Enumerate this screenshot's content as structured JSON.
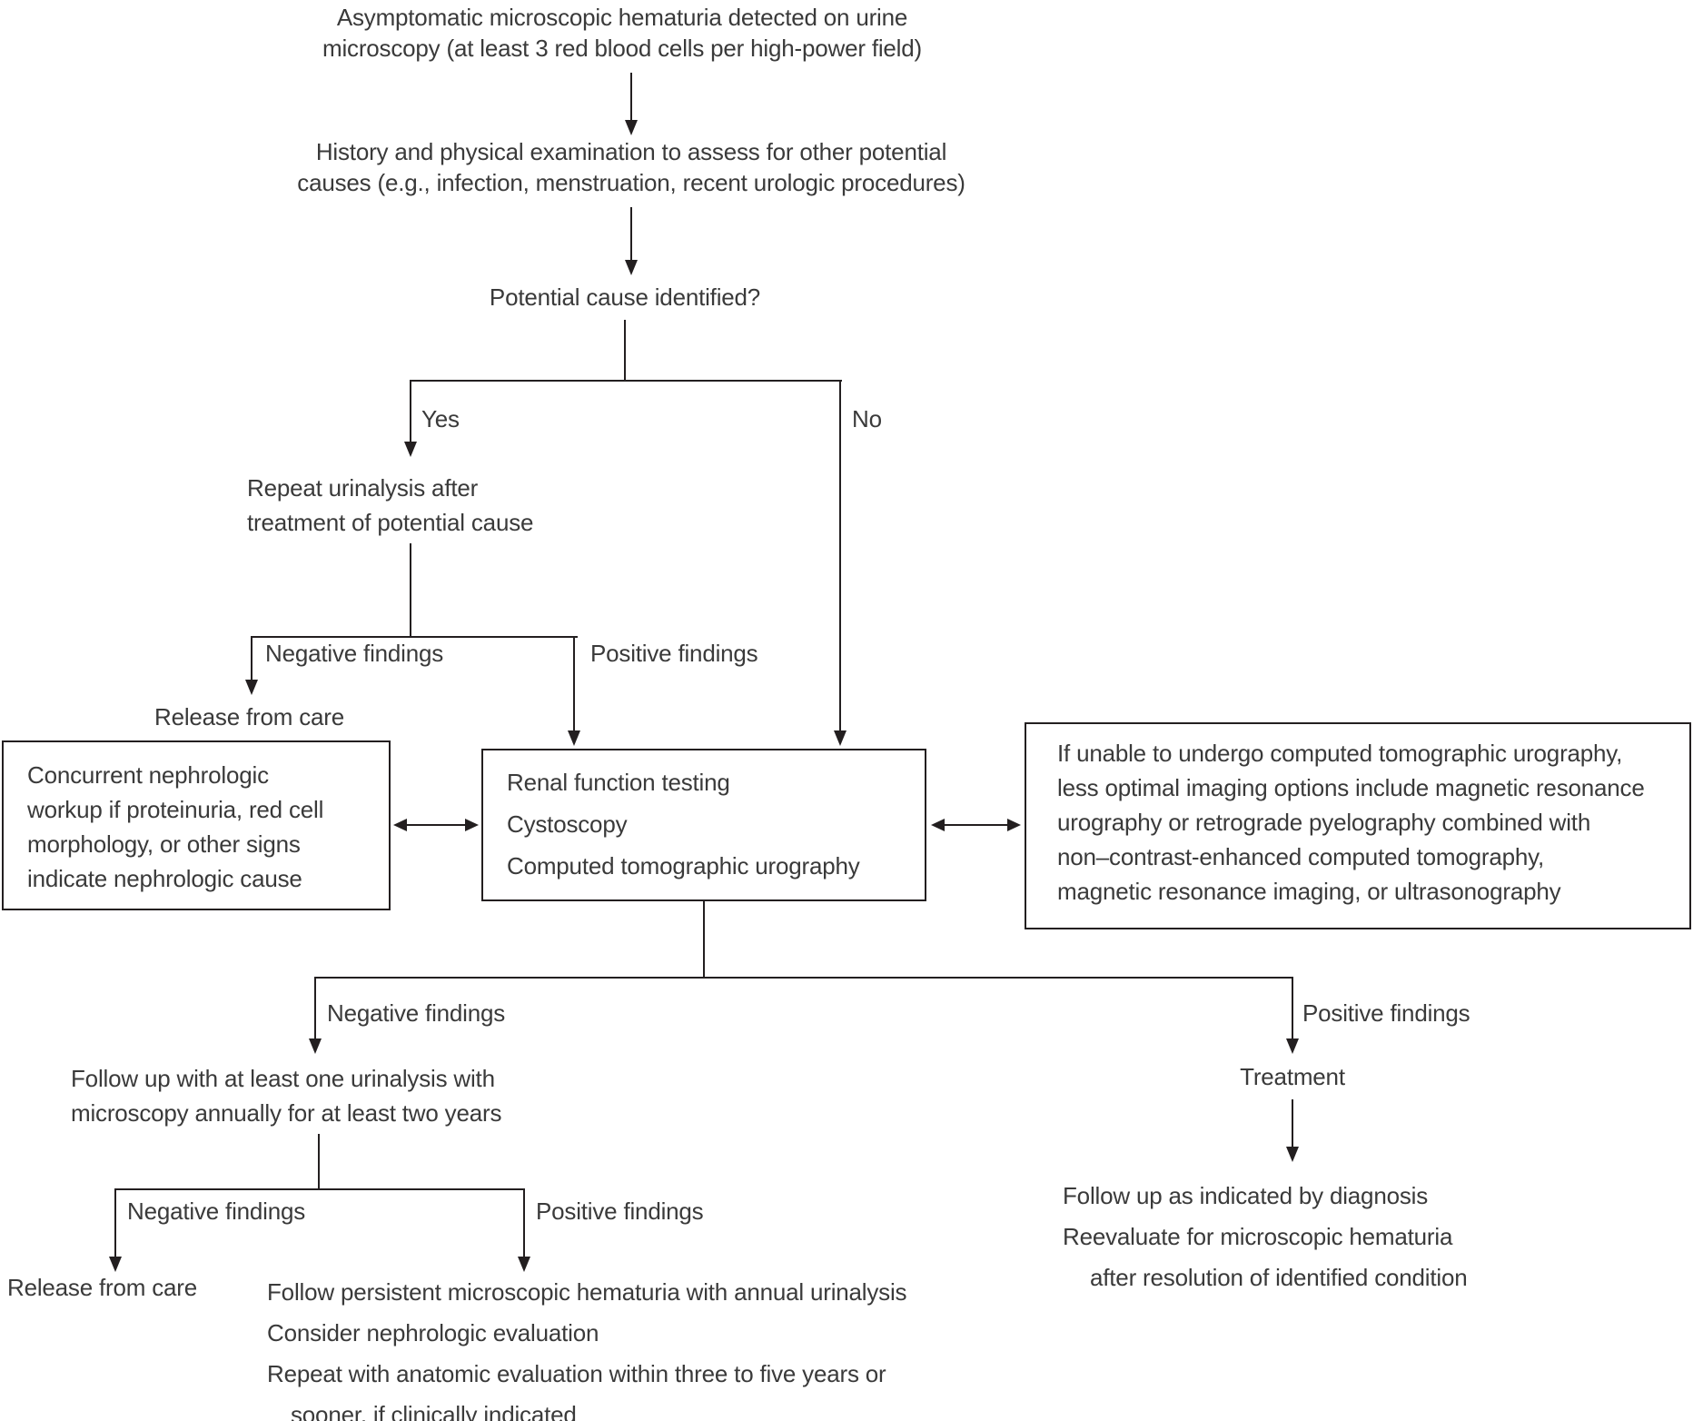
{
  "diagram": {
    "start": {
      "line1": "Asymptomatic microscopic hematuria detected on urine",
      "line2": "microscopy (at least 3 red blood cells per high-power field)"
    },
    "history": {
      "line1": "History and physical examination to assess for other potential",
      "line2": "causes (e.g., infection, menstruation, recent urologic procedures)"
    },
    "decision1": "Potential cause identified?",
    "labels": {
      "yes": "Yes",
      "no": "No",
      "negative": "Negative findings",
      "positive": "Positive findings"
    },
    "repeat_urinalysis": {
      "line1": "Repeat urinalysis after",
      "line2": "treatment of potential cause"
    },
    "release_from_care": "Release from care",
    "nephrologic_box": {
      "line1": "Concurrent nephrologic",
      "line2": "workup if proteinuria, red cell",
      "line3": "morphology, or other signs",
      "line4": "indicate nephrologic cause"
    },
    "workup_box": {
      "line1": "Renal function testing",
      "line2": "Cystoscopy",
      "line3": "Computed tomographic urography"
    },
    "imaging_box": {
      "line1": "If unable to undergo computed tomographic urography,",
      "line2": "less optimal imaging options include magnetic resonance",
      "line3": "urography or retrograde pyelography combined with",
      "line4": "non–contrast-enhanced computed tomography,",
      "line5": "magnetic resonance imaging, or ultrasonography"
    },
    "followup_negative": {
      "line1": "Follow up with at least one urinalysis with",
      "line2": "microscopy annually for at least two years"
    },
    "persistent": {
      "line1": "Follow persistent microscopic hematuria with annual urinalysis",
      "line2": "Consider nephrologic evaluation",
      "line3": "Repeat with anatomic evaluation within three to five years or",
      "line4": "sooner, if clinically indicated"
    },
    "treatment": "Treatment",
    "followup_positive": {
      "line1": "Follow up as indicated by diagnosis",
      "line2": "Reevaluate for microscopic hematuria",
      "line3": "after resolution of identified condition"
    },
    "colors": {
      "line": "#231f20",
      "text": "#3a3a3a",
      "background": "#ffffff"
    }
  }
}
